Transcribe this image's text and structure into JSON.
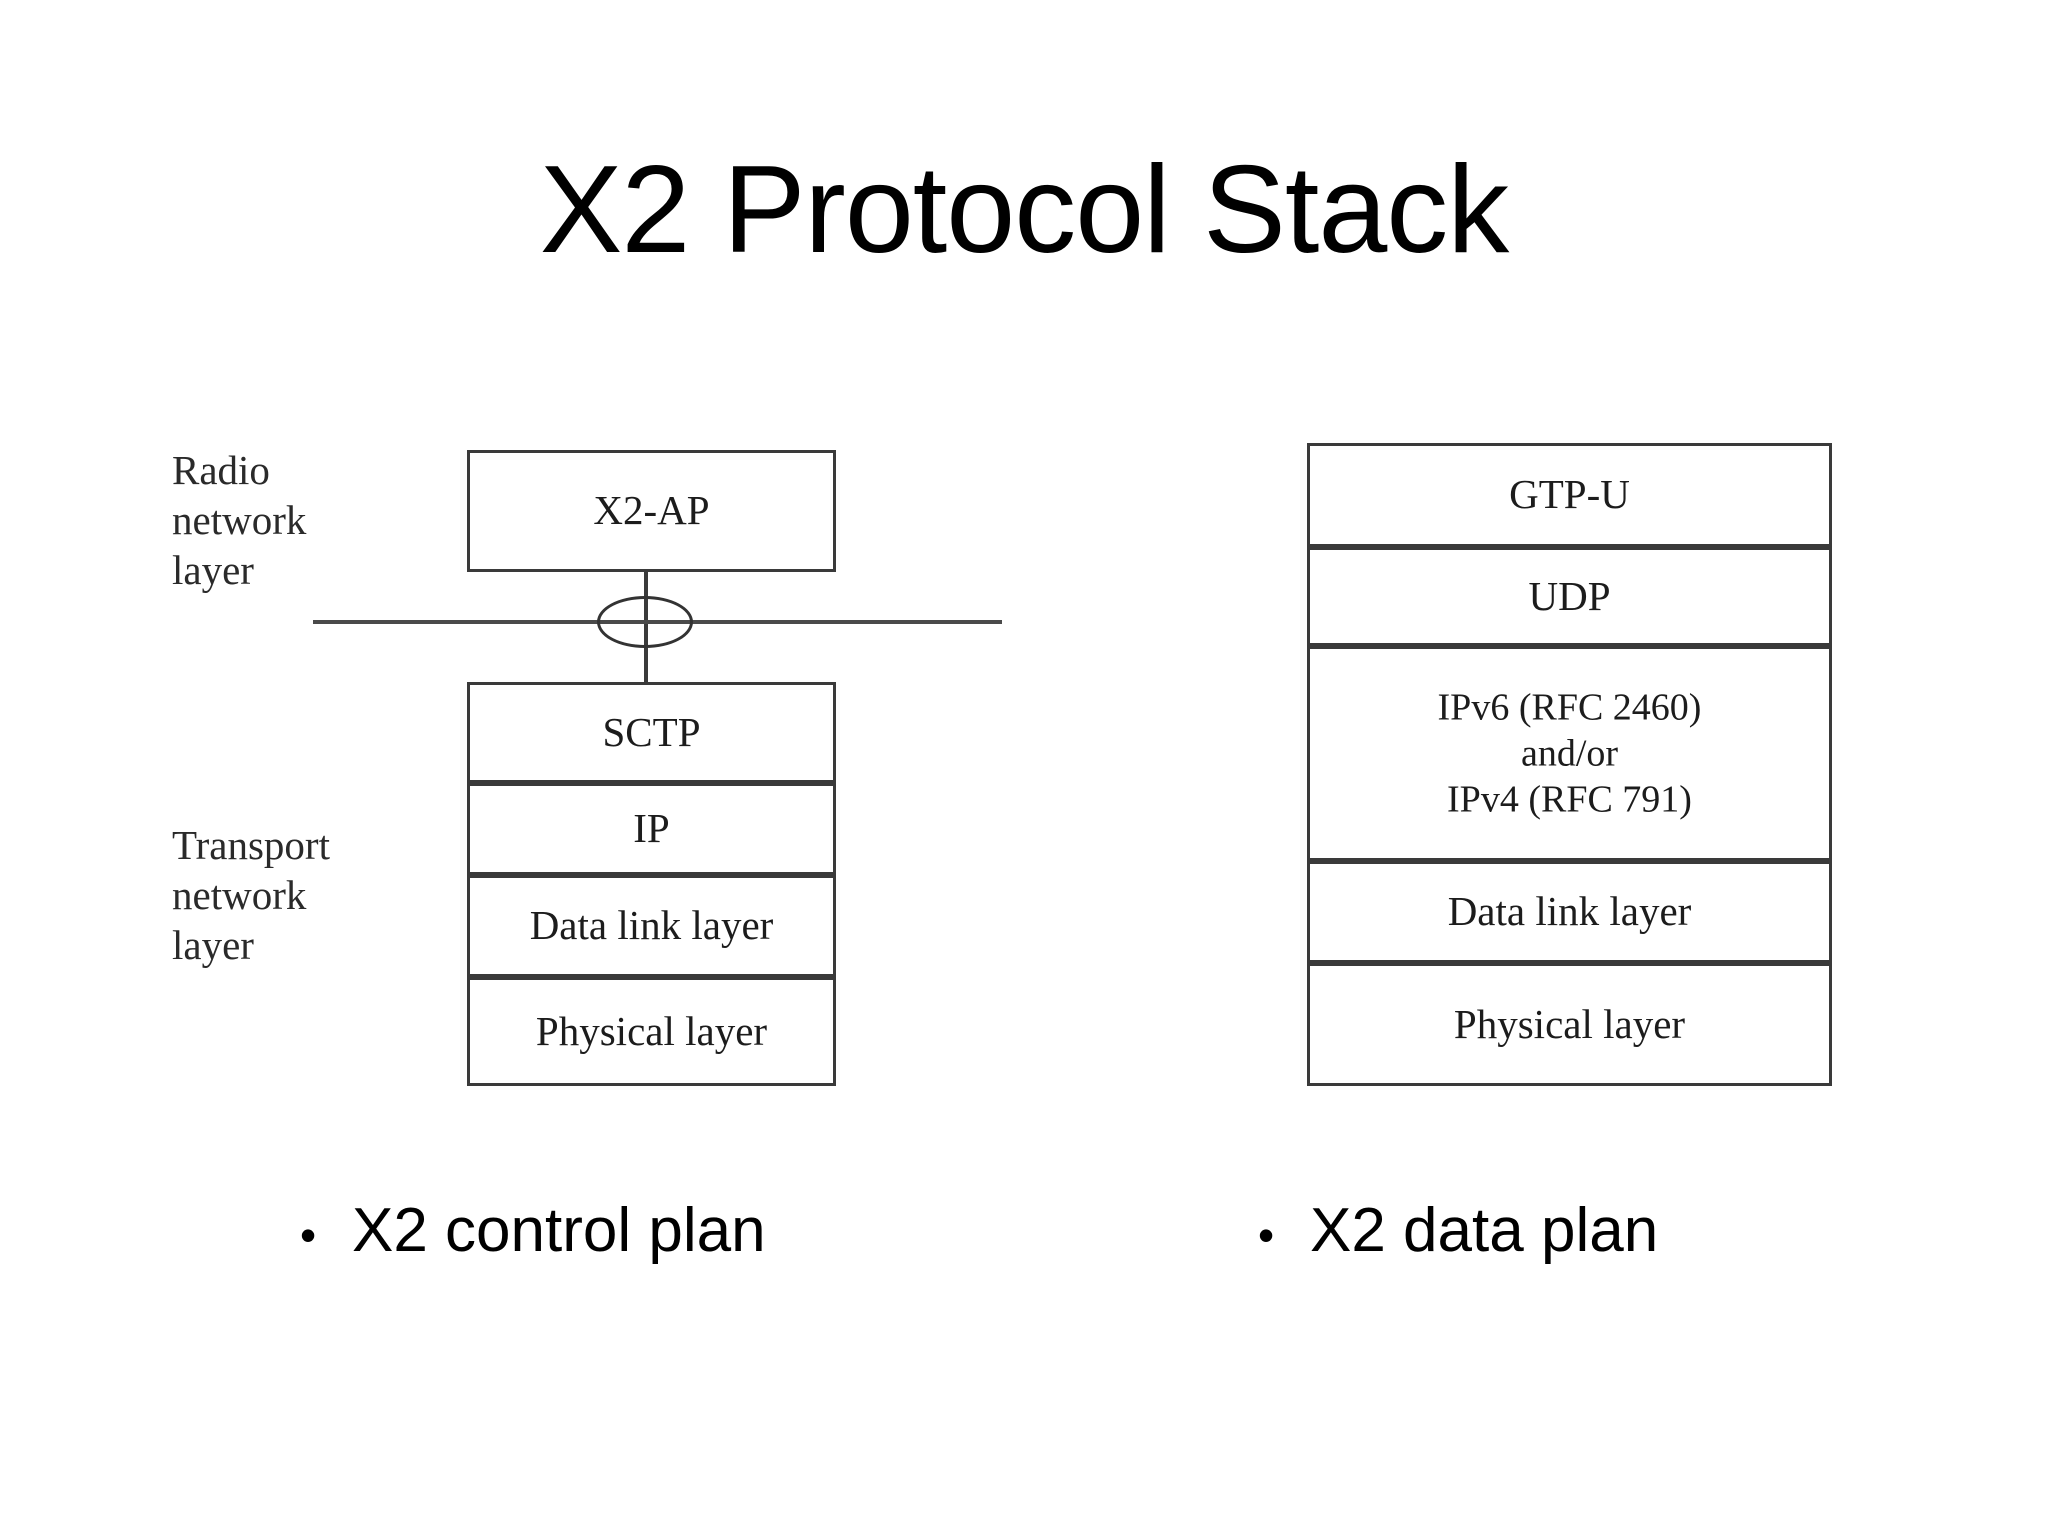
{
  "slide": {
    "title": "X2 Protocol Stack",
    "background_color": "#ffffff",
    "text_color": "#000000",
    "line_color": "#3a3a3a"
  },
  "control_plane": {
    "side_labels": {
      "radio": "Radio\nnetwork\nlayer",
      "transport": "Transport\nnetwork\nlayer"
    },
    "top_box": "X2-AP",
    "stack": [
      "SCTP",
      "IP",
      "Data link layer",
      "Physical layer"
    ],
    "caption": {
      "bullet": "•",
      "text": "X2 control plan"
    }
  },
  "user_plane": {
    "stack": [
      "GTP-U",
      "UDP",
      "IPv6 (RFC 2460)\nand/or\nIPv4 (RFC 791)",
      "Data link layer",
      "Physical layer"
    ],
    "caption": {
      "bullet": "•",
      "text": "X2 data plan"
    }
  }
}
